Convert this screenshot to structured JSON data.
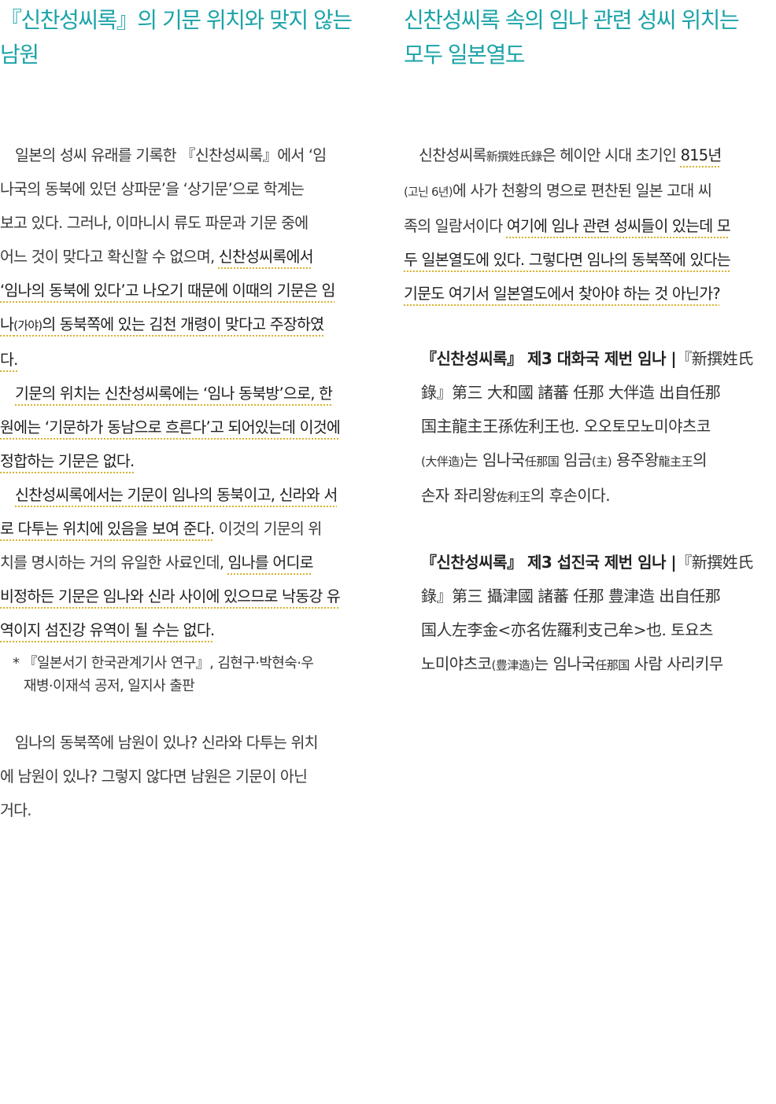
{
  "left": {
    "heading": {
      "line1": "『신찬성씨록』의 기문 위치와 맞지 않는",
      "line2": "남원"
    },
    "p1": {
      "l1": "일본의 성씨 유래를 기록한 『신찬성씨록』에서 ‘임",
      "l2": "나국의 동북에 있던 상파문’을 ‘상기문’으로 학계는",
      "l3": "보고 있다. 그러나, 이마니시 류도 파문과 기문 중에",
      "l4a": "어느 것이 맞다고 확신할 수 없으며, ",
      "l4b": "신찬성씨록에서",
      "l5": "‘임나의 동북에 있다’고 나오기 때문에 이때의 기문은 임",
      "l6a": "나",
      "l6b": "(가야)",
      "l6c": "의 동북쪽에 있는 김천 개령이 맞다고 주장하였",
      "l7": "다."
    },
    "p2": {
      "l1": "기문의 위치는 신찬성씨록에는 ‘임나 동북방’으로, 한",
      "l2": "원에는 ‘기문하가 동남으로 흐른다’고 되어있는데 이것에",
      "l3": "정합하는 기문은 없다."
    },
    "p3": {
      "l1": "신찬성씨록에서는 기문이 임나의 동북이고, 신라와 서",
      "l2a": "로 다투는 위치에 있음을 보여 준다.",
      "l2b": " 이것의 기문의 위",
      "l3a": "치를 명시하는 거의 유일한 사료인데, ",
      "l3b": "임나를 어디로",
      "l4": "비정하든 기문은 임나와 신라 사이에 있으므로 낙동강 유",
      "l5": "역이지 섬진강 유역이 될 수는 없다."
    },
    "footnote": {
      "l1": "* 『일본서기 한국관계기사 연구』, 김현구·박현숙·우",
      "l2": "재병·이재석 공저, 일지사 출판"
    },
    "p4": {
      "l1": "임나의 동북쪽에 남원이 있나? 신라와 다투는 위치",
      "l2": "에 남원이 있나? 그렇지 않다면 남원은 기문이 아닌",
      "l3": "거다."
    }
  },
  "right": {
    "heading": {
      "line1": "신찬성씨록 속의 임나 관련 성씨 위치는",
      "line2": "모두 일본열도"
    },
    "p1": {
      "l1a": "신찬성씨록",
      "l1b": "新撰姓氏錄",
      "l1c": "은 헤이안 시대 초기인 ",
      "l1d": "815년",
      "l2a": "(고닌 6년)",
      "l2b": "에 사가 천황의 명으로 편찬된 일본 고대 씨",
      "l3a": "족의 일람서이다 ",
      "l3b": "여기에 임나 관련 성씨들이 있는데 모",
      "l4": "두 일본열도에 있다. 그렇다면 임나의 동북쪽에 있다는",
      "l5": "기문도 여기서 일본열도에서 찾아야 하는 것 아닌가?"
    },
    "entry1": {
      "label": "『신찬성씨록』 제3 대화국 제번 임나 |",
      "l1": "『新撰姓氏",
      "l2": "錄』第三 大和國 諸蕃 任那 大伴造 出自任那",
      "l3a": "国主龍主王孫佐利王也. ",
      "l3b": "오오토모노미야츠코",
      "l4a": "(大伴造)",
      "l4b": "는 임나국",
      "l4c": "任那国",
      "l4d": " 임금",
      "l4e": "(主)",
      "l4f": " 용주왕",
      "l4g": "龍主王",
      "l4h": "의",
      "l5a": "손자 좌리왕",
      "l5b": "佐利王",
      "l5c": "의 후손이다."
    },
    "entry2": {
      "label": "『신찬성씨록』 제3 섭진국 제번 임나 |",
      "l1": "『新撰姓氏",
      "l2": "錄』第三 攝津國 諸蕃 任那 豊津造 出自任那",
      "l3a": "国人左李金<亦名佐羅利支己牟>也. ",
      "l3b": "토요츠",
      "l4a": "노미야츠코",
      "l4b": "(豊津造)",
      "l4c": "는 임나국",
      "l4d": "任那国",
      "l4e": " 사람 사리키무"
    }
  },
  "colors": {
    "heading": "#1ba3a8",
    "underline": "#d9b22c",
    "text": "#3a3a3a"
  }
}
